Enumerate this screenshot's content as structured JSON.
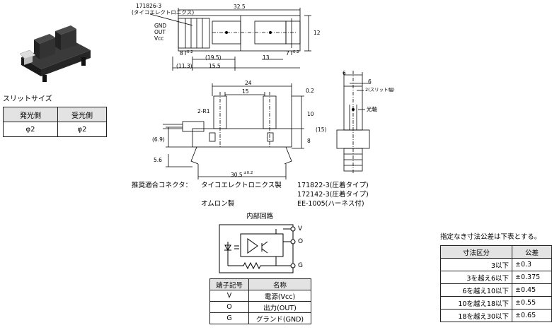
{
  "slit": {
    "title": "スリットサイズ",
    "headers": [
      "発光側",
      "受光側"
    ],
    "row": [
      "φ2",
      "φ2"
    ]
  },
  "top_view": {
    "part_no": "171826-3",
    "maker": "(タイコエレクトロニクス)",
    "pins": [
      "GND",
      "OUT",
      "Vcc"
    ],
    "dims": {
      "width": "32.5",
      "height": "12",
      "d_8": "8",
      "tol_8": "-0.2",
      "d_19_5": "(19.5)",
      "d_13": "13",
      "d_7": "7",
      "tol_7": "-0.2",
      "d_11_3": "(11.3)",
      "d_15_5": "15.5"
    }
  },
  "front_view": {
    "dims": {
      "d_24": "24",
      "d_15": "15",
      "d_0_2": "0.2",
      "radius": "2-R1",
      "d_10": "10",
      "d_15p": "(15)",
      "d_8": "8",
      "d_6_9": "(6.9)",
      "d_5_6": "5.6",
      "d_30_5": "30.5",
      "tol_30_5": "±0.2"
    }
  },
  "side_view": {
    "d_6a": "6",
    "d_6b": "6",
    "slit_width": "2(スリット幅)",
    "optical_axis": "光軸"
  },
  "connector": {
    "label": "推奨適合コネクタ：",
    "maker1": "タイコエレクトロニクス製",
    "part1": "171822-3(圧着タイプ)",
    "part2": "172142-3(圧着タイプ)",
    "maker2": "オムロン製",
    "part3": "EE-1005(ハーネス付)"
  },
  "circuit": {
    "title": "内部回路",
    "terminals": [
      "V",
      "O",
      "G"
    ]
  },
  "terminal_table": {
    "headers": [
      "端子記号",
      "名称"
    ],
    "rows": [
      [
        "V",
        "電源(Vcc)"
      ],
      [
        "O",
        "出力(OUT)"
      ],
      [
        "G",
        "グランド(GND)"
      ]
    ]
  },
  "tolerance": {
    "note": "指定なき寸法公差は下表とする。",
    "headers": [
      "寸法区分",
      "公差"
    ],
    "rows": [
      [
        "3以下",
        "±0.3"
      ],
      [
        "3を越え6以下",
        "±0.375"
      ],
      [
        "6を越え10以下",
        "±0.45"
      ],
      [
        "10を越え18以下",
        "±0.55"
      ],
      [
        "18を越え30以下",
        "±0.65"
      ]
    ]
  }
}
